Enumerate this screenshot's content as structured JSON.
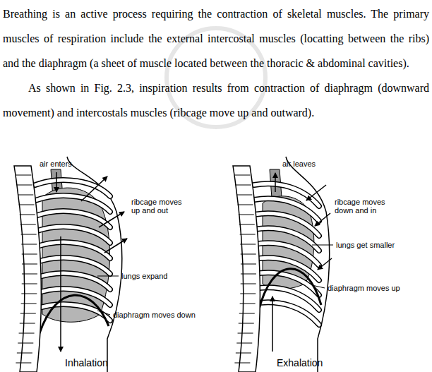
{
  "diagram": {
    "labels": [
      "Breathing is an active process requiring the contraction of skeletal muscles. The primary muscles of respiration include the external intercostal muscles (locatting between the ribs) and the diaphragm (a sheet of muscle located between the thoracic & abdominal cavities).",
      "As shown in Fig. 2.3, inspiration results from contraction of diaphragm (downward movement) and intercostals muscles (ribcage move up and outward).",
      "air enters",
      "ribcage moves up and out",
      "lungs expand",
      "diaphragm moves down",
      "Inhalation",
      "air leaves",
      "ribcage moves down and in",
      "lungs get smaller",
      "diaphragm moves up",
      "Exhalation"
    ]
  }
}
